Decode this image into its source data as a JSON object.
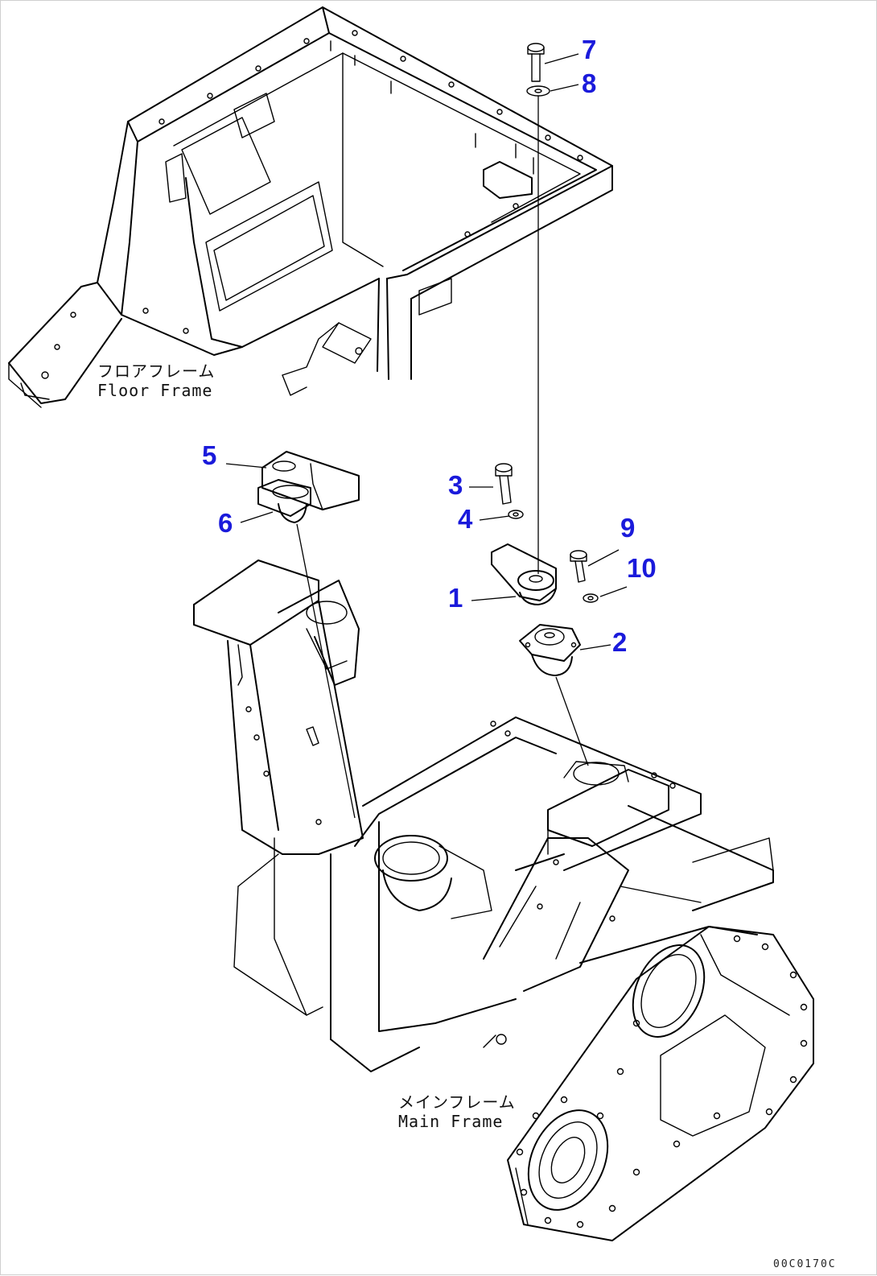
{
  "labels": {
    "floor_frame_jp": "フロアフレーム",
    "floor_frame_en": "Floor Frame",
    "main_frame_jp": "メインフレーム",
    "main_frame_en": "Main Frame"
  },
  "callouts": [
    "1",
    "2",
    "3",
    "4",
    "5",
    "6",
    "7",
    "8",
    "9",
    "10"
  ],
  "drawing_code": "00C0170C",
  "callout_color": "#1a1adb"
}
